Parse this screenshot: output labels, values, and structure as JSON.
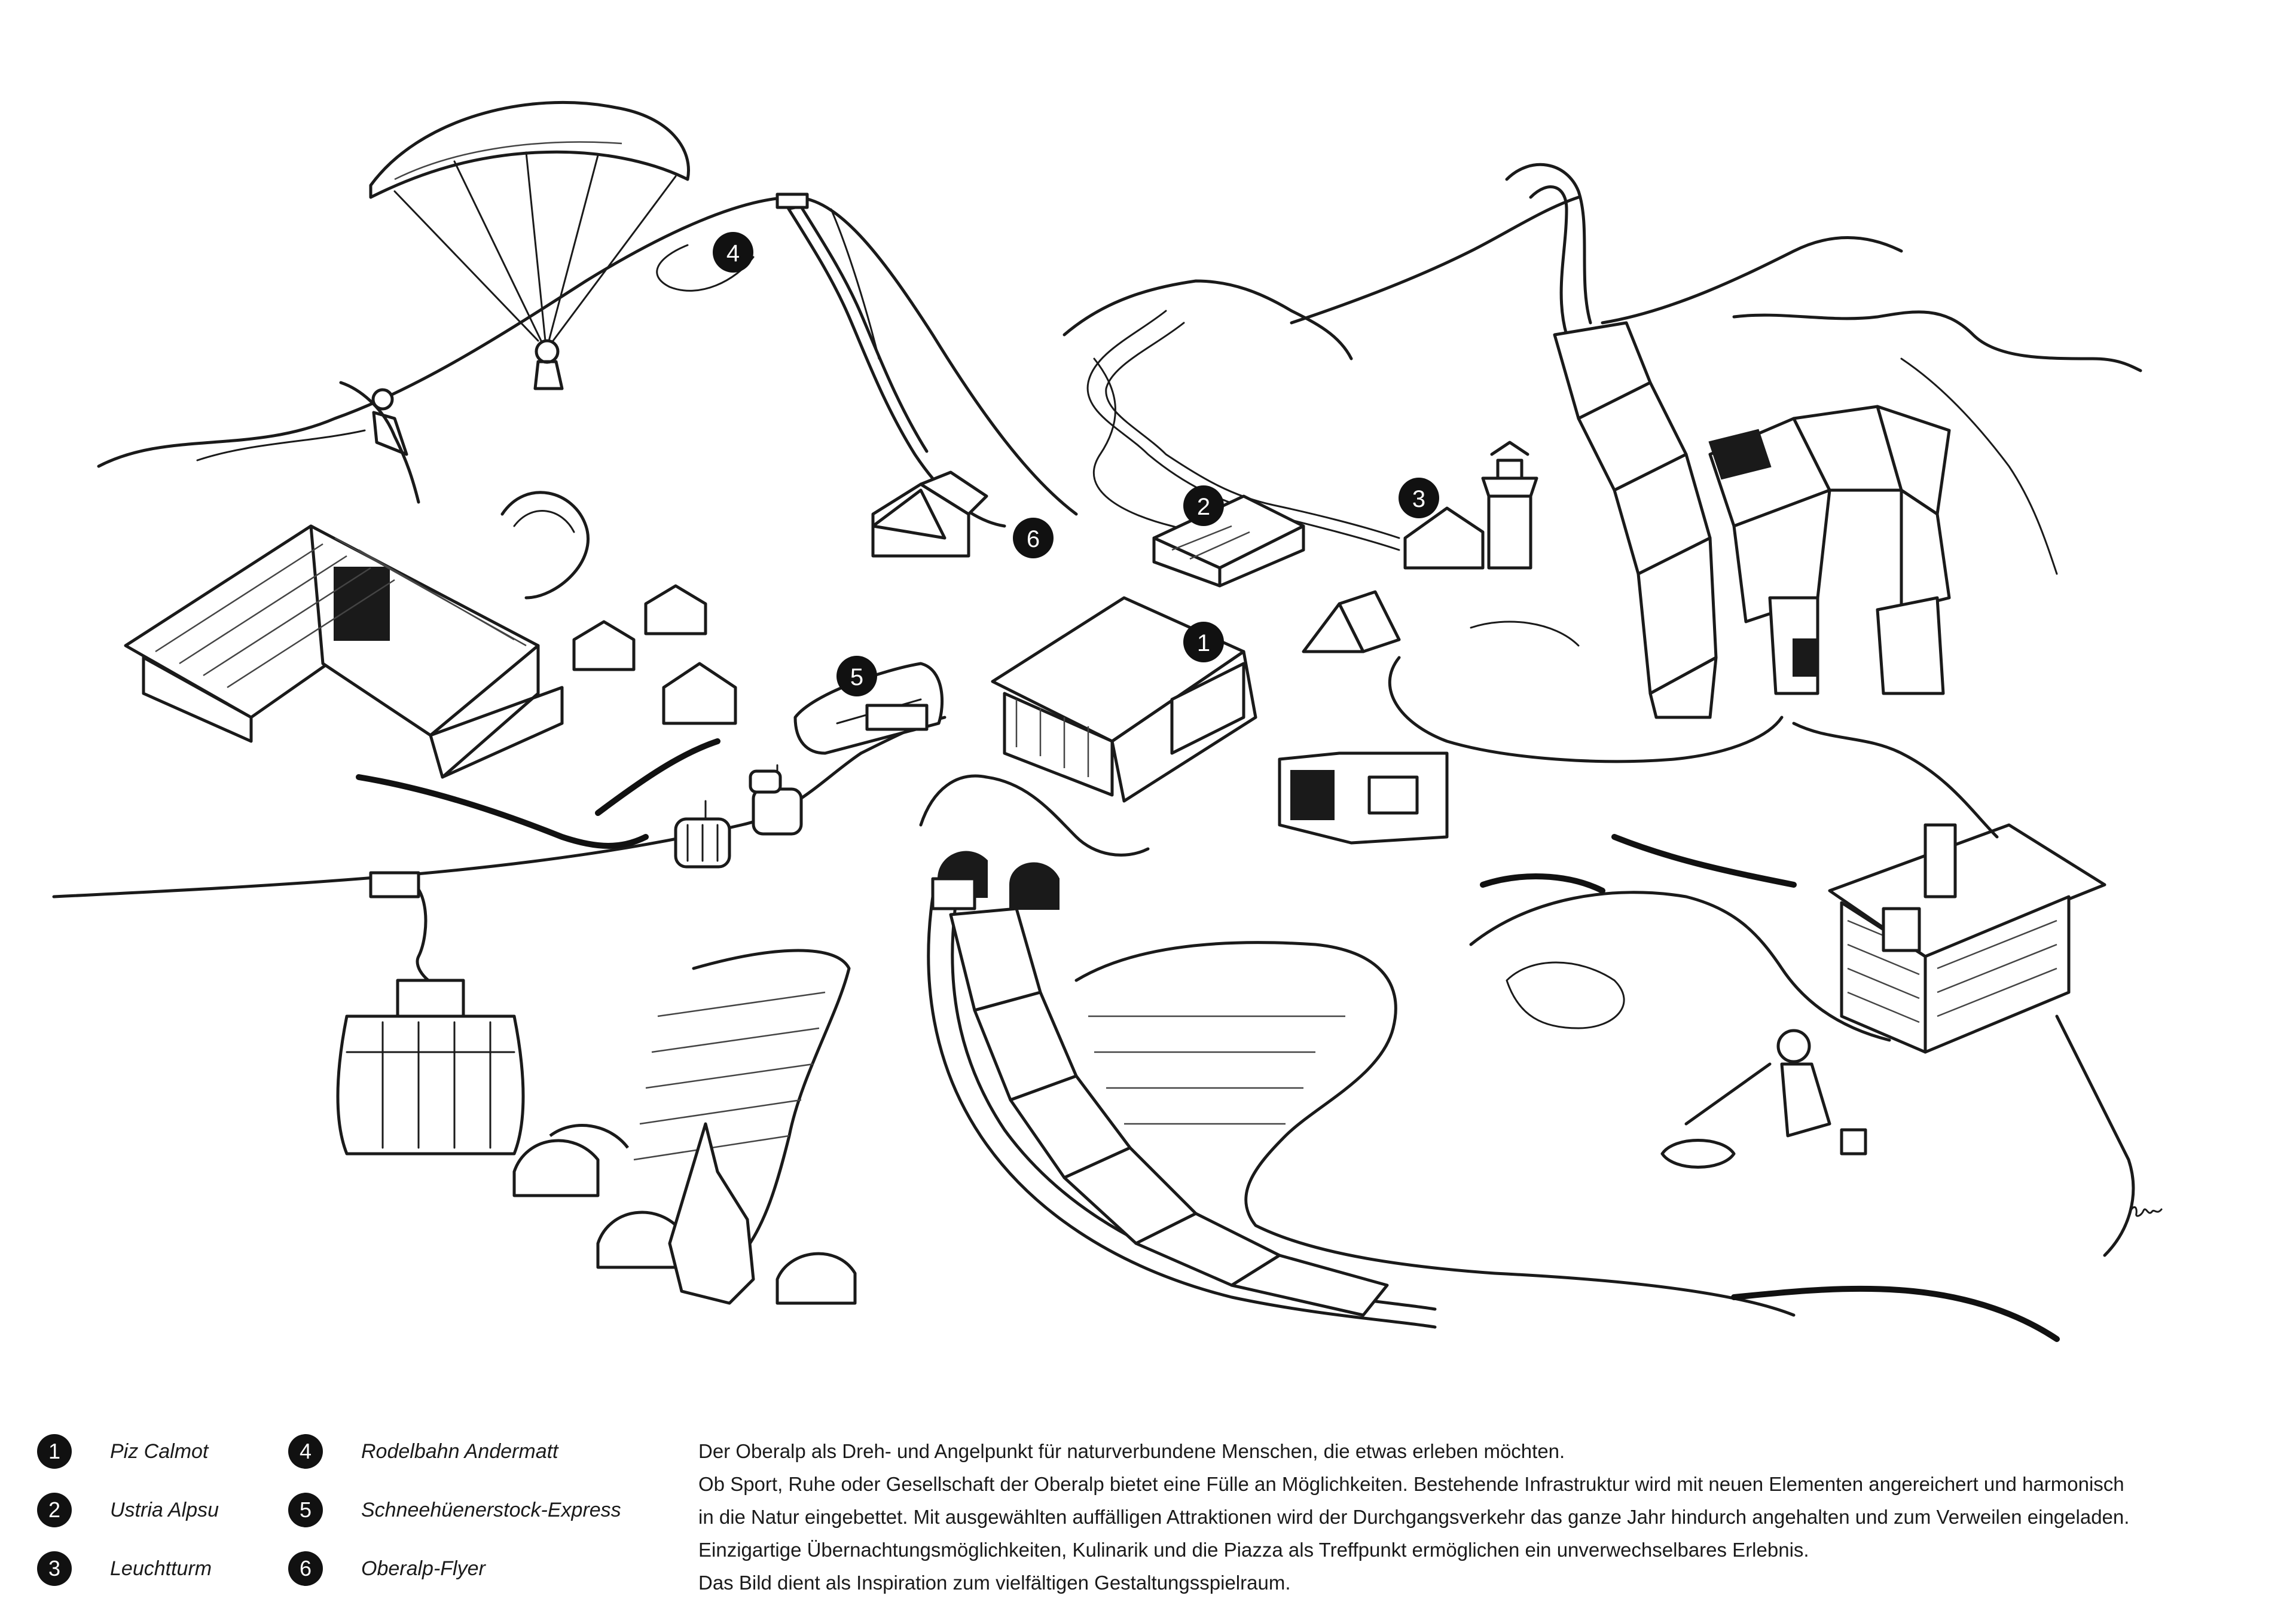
{
  "map_markers": [
    {
      "number": "1"
    },
    {
      "number": "2"
    },
    {
      "number": "3"
    },
    {
      "number": "4"
    },
    {
      "number": "5"
    },
    {
      "number": "6"
    }
  ],
  "legend": {
    "items": [
      {
        "number": "1",
        "label": "Piz Calmot"
      },
      {
        "number": "2",
        "label": "Ustria Alpsu"
      },
      {
        "number": "3",
        "label": "Leuchtturm"
      },
      {
        "number": "4",
        "label": "Rodelbahn Andermatt"
      },
      {
        "number": "5",
        "label": "Schneehüenerstock-Express"
      },
      {
        "number": "6",
        "label": "Oberalp-Flyer"
      }
    ]
  },
  "description": {
    "lines": [
      "Der Oberalp als Dreh- und Angelpunkt für naturverbundene Menschen, die etwas erleben möchten.",
      "Ob Sport, Ruhe oder Gesellschaft der Oberalp bietet eine Fülle an Möglichkeiten. Bestehende Infrastruktur wird mit neuen Elementen  angereichert und harmonisch",
      "in die Natur eingebettet. Mit ausgewählten auffälligen Attraktionen wird der Durchgangsverkehr das ganze Jahr hindurch angehalten und zum Verweilen eingeladen.",
      "Einzigartige Übernachtungsmöglichkeiten, Kulinarik und die Piazza als Treffpunkt ermöglichen ein unverwechselbares Erlebnis.",
      "Das Bild dient als Inspiration zum vielfältigen Gestaltungsspielraum."
    ]
  },
  "illustration": {
    "signature": "Gthl"
  },
  "colors": {
    "ink": "#1a1a1a",
    "marker": "#111111",
    "paper": "#ffffff"
  }
}
